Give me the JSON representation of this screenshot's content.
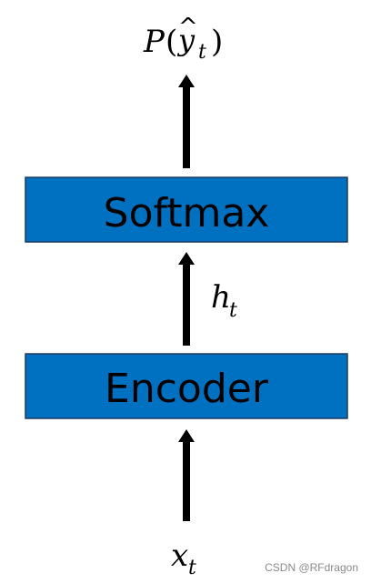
{
  "diagram": {
    "output_label": {
      "prefix": "P",
      "open_paren": "(",
      "var": "y",
      "hat": "^",
      "sub": "t",
      "close_paren": ")"
    },
    "softmax_label": "Softmax",
    "hidden_label": {
      "var": "h",
      "sub": "t"
    },
    "encoder_label": "Encoder",
    "input_label": {
      "var": "x",
      "sub": "t"
    },
    "box_fill": "#0070C0",
    "arrow_color": "#000000"
  },
  "watermark": "CSDN @RFdragon"
}
